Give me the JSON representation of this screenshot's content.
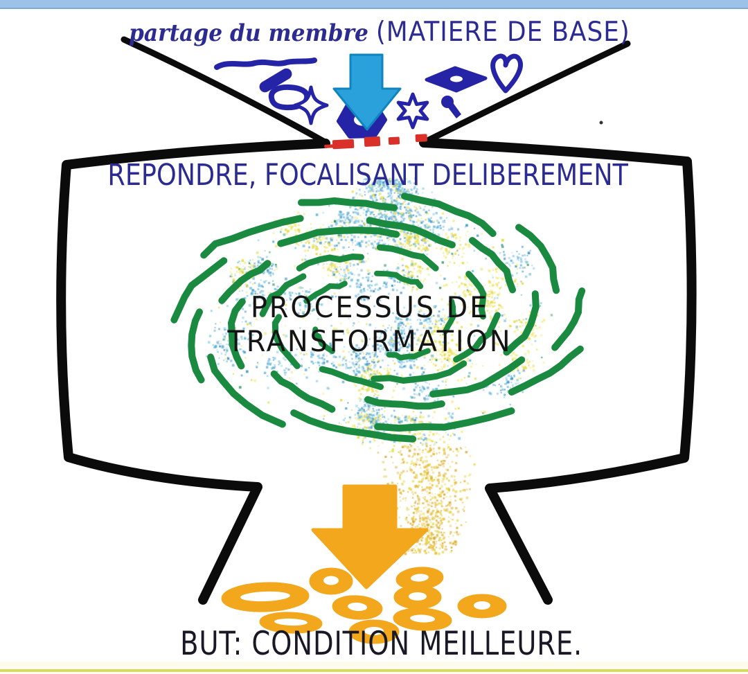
{
  "diagram": {
    "input_caption_script": "partage du membre",
    "input_caption_caps": "(MATIERE DE BASE)",
    "machine_caption": "REPONDRE, FOCALISANT DELIBEREMENT",
    "process_line1": "PROCESSUS DE",
    "process_line2": "TRANSFORMATION",
    "goal_caption": "BUT: CONDITION MEILLEURE.",
    "input_shape_icons": [
      "squiggle-line",
      "pill",
      "blob-ring",
      "four-point-star",
      "down-arrow",
      "hex-nut",
      "six-point-star",
      "key-drop",
      "diamond-ring",
      "heart"
    ]
  },
  "colors": {
    "ink_navy": "#2524a6",
    "text_navy": "#2c2b91",
    "process_black": "#141414",
    "goal_black": "#191926",
    "funnel_black": "#0b0b0b",
    "input_arrow_blue": "#2aa1da",
    "input_arrow_edge": "#0f85bf",
    "dash_red": "#d9312a",
    "swirl_green": "#1b8a41",
    "speckle_cyan": "#55aed6",
    "speckle_cyan_light": "#7cc4e4",
    "speckle_cyan_dark": "#3c92be",
    "speckle_yellow": "#e5d83e",
    "speckle_yellow_light": "#efe96a",
    "speckle_gold": "#e9bd3d",
    "speckle_gold_dark": "#dca92f",
    "output_orange": "#f3a71c",
    "top_bar": "#9cc2e7",
    "top_bar_edge": "#7ea9d4",
    "bottom_bar": "#fdfcec",
    "bottom_line": "#d6d964"
  }
}
